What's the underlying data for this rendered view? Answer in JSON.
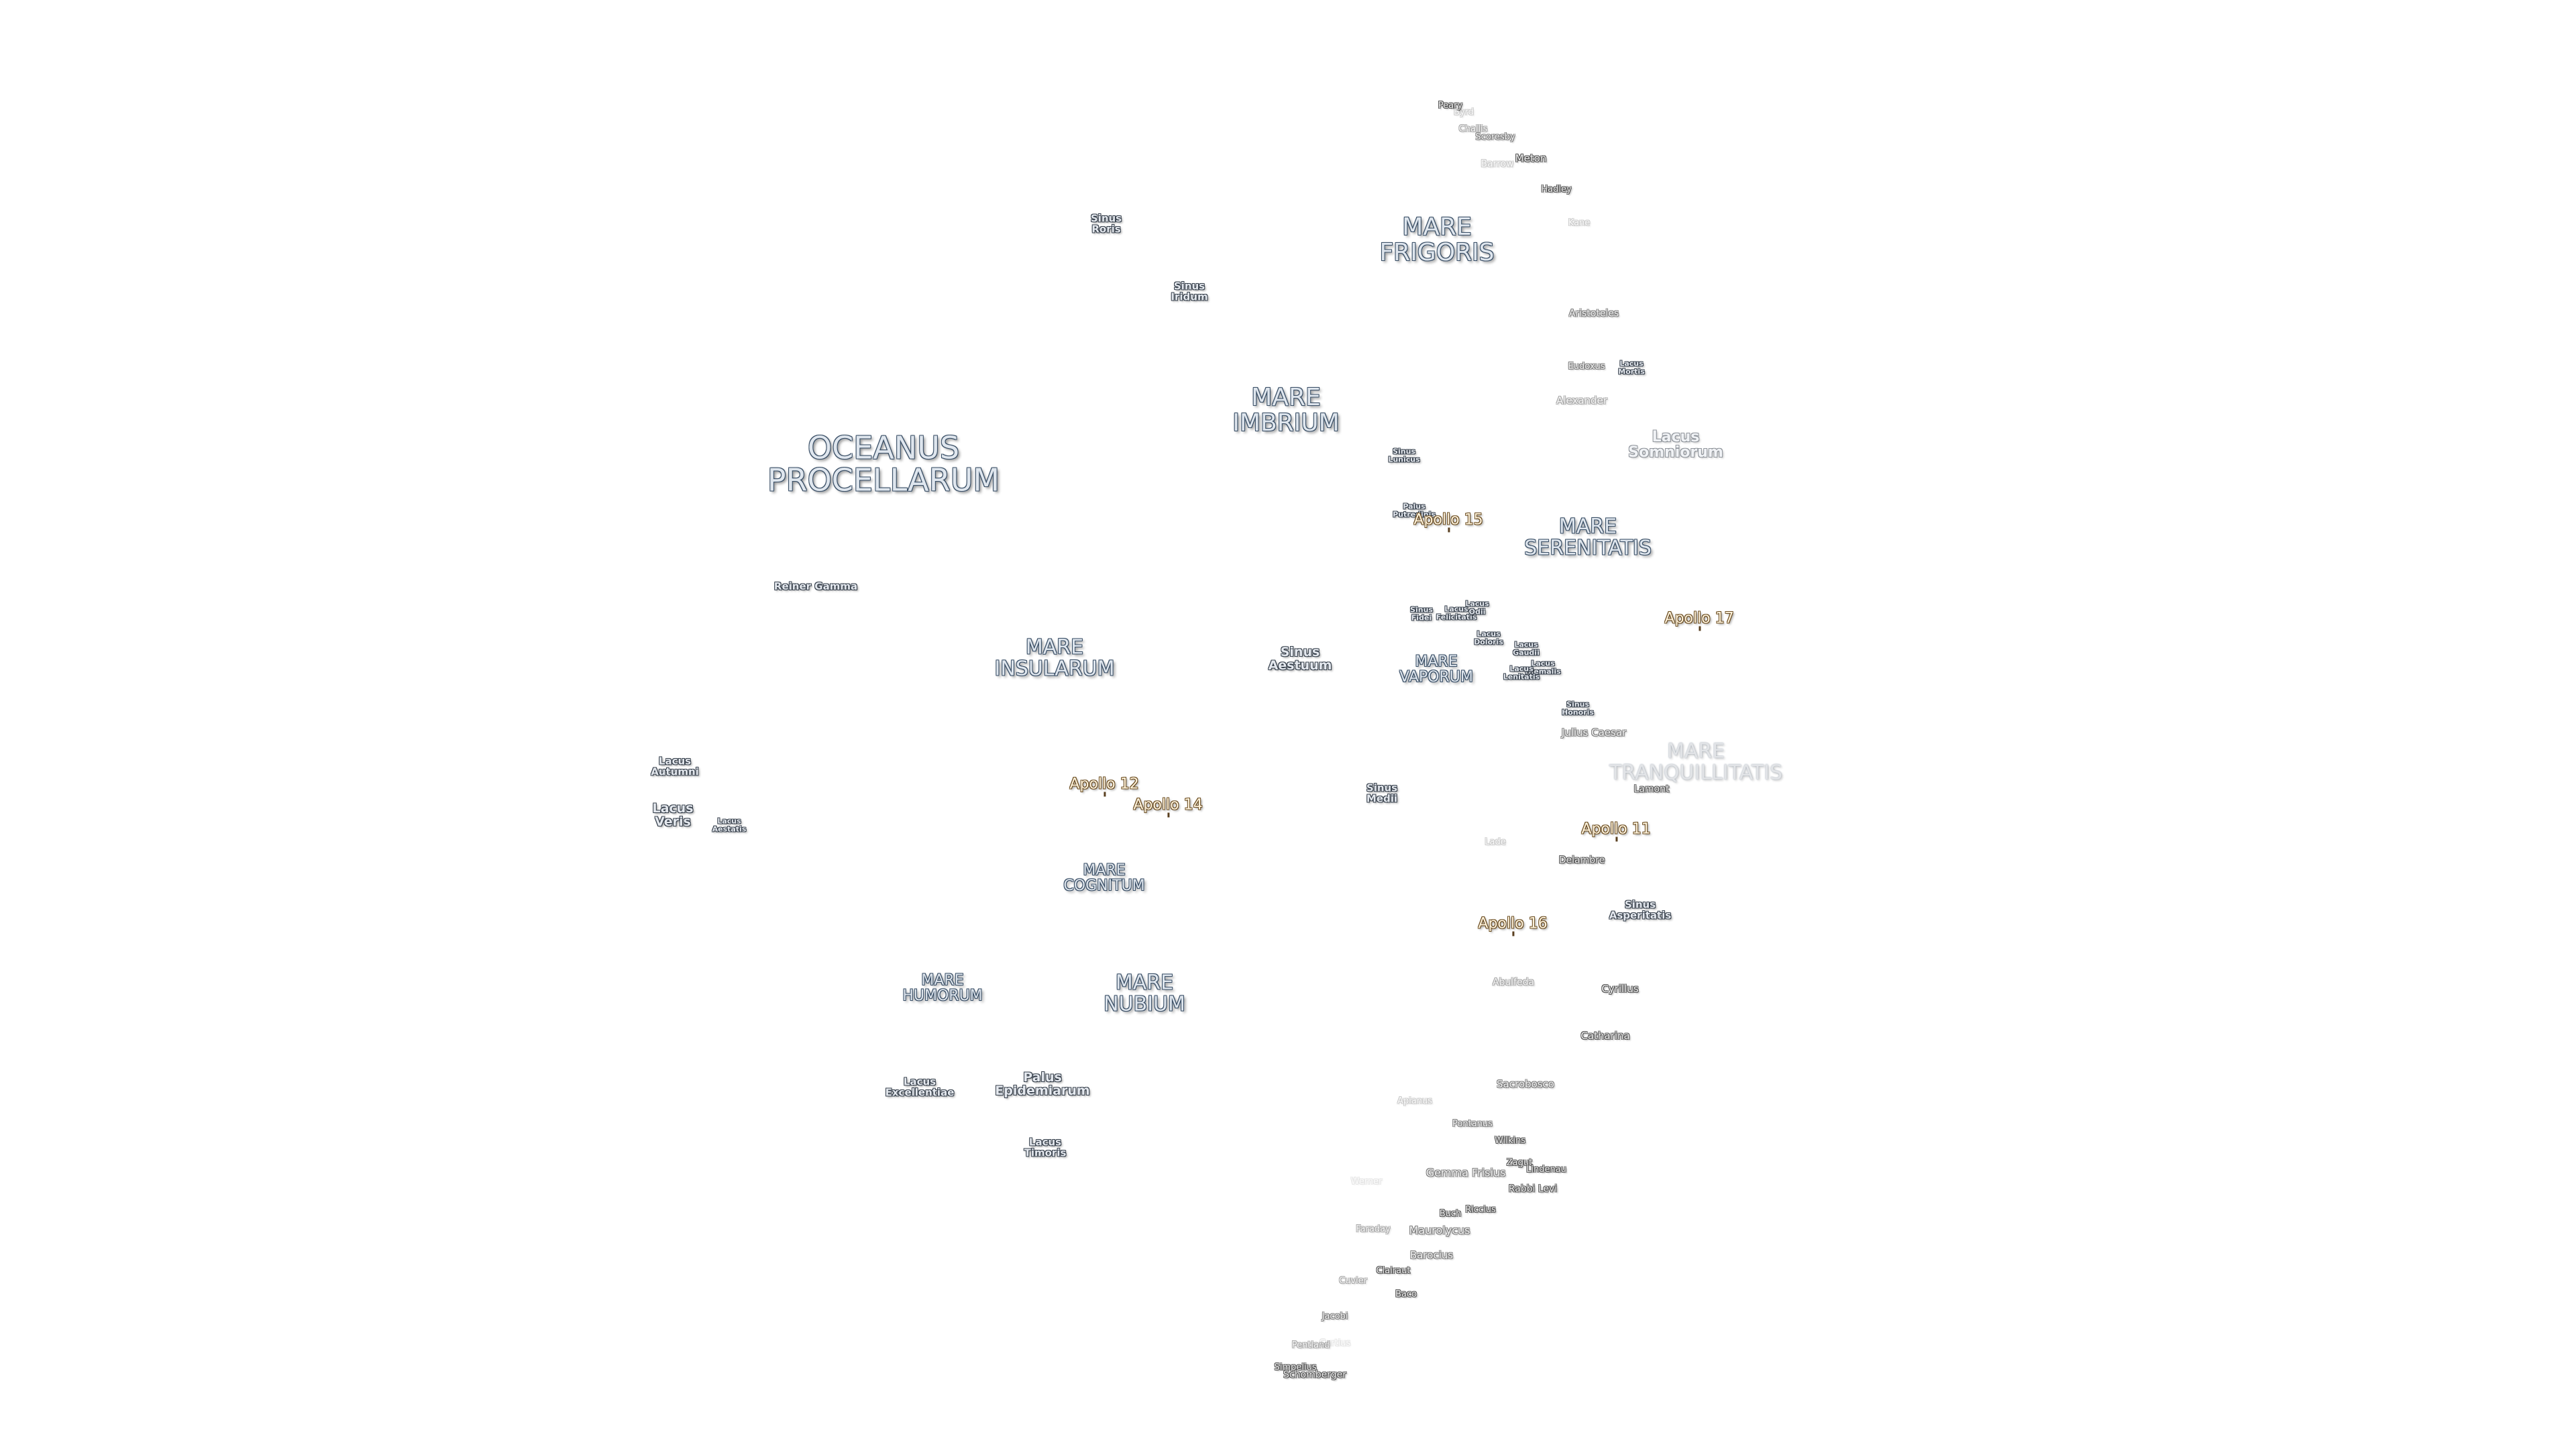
{
  "maria": {
    "oceanus_procellarum": "OCEANUS\nPROCELLARUM",
    "mare_frigoris": "MARE\nFRIGORIS",
    "mare_imbrium": "MARE\nIMBRIUM",
    "mare_serenitatis": "MARE\nSERENITATIS",
    "mare_insularum": "MARE\nINSULARUM",
    "mare_vaporum": "MARE\nVAPORUM",
    "mare_tranquillitatis": "MARE\nTRANQUILLITATIS",
    "mare_cognitum": "MARE\nCOGNITUM",
    "mare_humorum": "MARE\nHUMORUM",
    "mare_nubium": "MARE\nNUBIUM"
  },
  "features": {
    "sinus_roris": "Sinus\nRoris",
    "sinus_iridum": "Sinus\nIridum",
    "lacus_mortis": "Lacus\nMortis",
    "lacus_somniorum": "Lacus\nSomniorum",
    "sinus_lunicus": "Sinus\nLunicus",
    "palus_putredinis": "Palus\nPutredinis",
    "reiner_gamma": "Reiner Gamma",
    "sinus_aestuum": "Sinus\nAestuum",
    "sinus_fidei": "Sinus\nFidei",
    "lacus_felicitatis": "Lacus\nFelicitatis",
    "lacus_odii": "Lacus\nOdii",
    "lacus_doloris": "Lacus\nDoloris",
    "lacus_gaudii": "Lacus\nGaudii",
    "lacus_hiemalis": "Lacus\nHiemalis",
    "lacus_lenitatis": "Lacus\nLenitatis",
    "sinus_honoris": "Sinus\nHonoris",
    "lacus_autumni": "Lacus\nAutumni",
    "lacus_veris": "Lacus\nVeris",
    "lacus_aestatis": "Lacus\nAestatis",
    "sinus_medii": "Sinus\nMedii",
    "sinus_asperitatis": "Sinus\nAsperitatis",
    "lacus_excellentiae": "Lacus\nExcellentiae",
    "palus_epidemiarum": "Palus\nEpidemiarum",
    "lacus_timoris": "Lacus\nTimoris"
  },
  "craters": {
    "peary": "Peary",
    "byrd": "Byrd",
    "challis": "Challis",
    "scoresby": "Scoresby",
    "meton": "Meton",
    "barrow": "Barrow",
    "hadley": "Hadley",
    "kane": "Kane",
    "aristoteles": "Aristoteles",
    "eudoxus": "Eudoxus",
    "alexander": "Alexander",
    "julius_caesar": "Julius Caesar",
    "lamont": "Lamont",
    "lade": "Lade",
    "delambre": "Delambre",
    "abulfeda": "Abulfeda",
    "cyrillus": "Cyrillus",
    "catharina": "Catharina",
    "sacrobosco": "Sacrobosco",
    "apianus": "Apianus",
    "pontanus": "Pontanus",
    "wilkins": "Wilkins",
    "zagut": "Zagut",
    "lindenau": "Lindenau",
    "gemma_frisius": "Gemma Frisius",
    "rabbi_levi": "Rabbi Levi",
    "werner": "Werner",
    "buch": "Buch",
    "riccius": "Riccius",
    "faraday": "Faraday",
    "maurolycus": "Maurolycus",
    "barocius": "Barocius",
    "clairaut": "Clairaut",
    "cuvier": "Cuvier",
    "baco": "Baco",
    "jacobi": "Jacobi",
    "pentland": "Pentland",
    "curtius": "Curtius",
    "simpelius": "Simpelius",
    "schomberger": "Schomberger"
  },
  "apollo": {
    "a15": "Apollo 15",
    "a17": "Apollo 17",
    "a12": "Apollo 12",
    "a14": "Apollo 14",
    "a11": "Apollo 11",
    "a16": "Apollo 16"
  }
}
